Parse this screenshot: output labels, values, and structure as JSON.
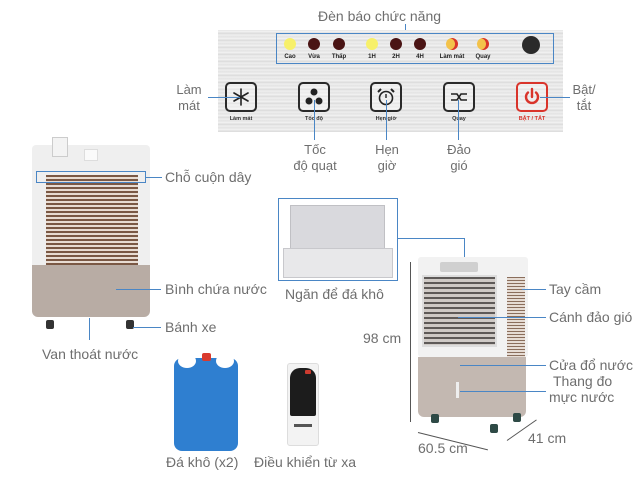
{
  "panel": {
    "indicator_title": "Đèn báo chức năng",
    "indicators": [
      {
        "label": "Cao",
        "color": "#f7f06a"
      },
      {
        "label": "Vừa",
        "color": "#4a1414"
      },
      {
        "label": "Thấp",
        "color": "#4a1414"
      },
      {
        "label": "1H",
        "color": "#f7f06a"
      },
      {
        "label": "2H",
        "color": "#4a1414"
      },
      {
        "label": "4H",
        "color": "#4a1414"
      },
      {
        "label": "Làm mát",
        "color": "#f3c24a"
      },
      {
        "label": "Quay",
        "color": "#f3c24a"
      }
    ],
    "buttons": [
      {
        "icon": "snowflake-icon",
        "label": "Làm mát",
        "callout": "Làm\nmát"
      },
      {
        "icon": "fan-icon",
        "label": "Tốc độ",
        "callout": "Tốc\nđộ quạt"
      },
      {
        "icon": "alarm-clock-icon",
        "label": "Hẹn giờ",
        "callout": "Hẹn\ngiờ"
      },
      {
        "icon": "swing-arrows-icon",
        "label": "Quay",
        "callout": "Đảo\ngió"
      },
      {
        "icon": "power-icon",
        "label": "BẬT / TẮT",
        "callout": "Bật/\ntắt",
        "color": "#d9342b"
      }
    ]
  },
  "callouts": {
    "lam_mat_1": "Làm",
    "lam_mat_2": "mát",
    "toc_do_1": "Tốc",
    "toc_do_2": "độ quạt",
    "hen_gio_1": "Hẹn",
    "hen_gio_2": "giờ",
    "dao_gio_1": "Đảo",
    "dao_gio_2": "gió",
    "bat_tat_1": "Bật/",
    "bat_tat_2": "tắt",
    "cho_cuon_day": "Chỗ cuộn dây",
    "binh_chua_nuoc": "Bình chứa nước",
    "banh_xe": "Bánh xe",
    "van_thoat_nuoc": "Van thoát nước",
    "ngan_de_da_kho": "Ngăn để đá khô",
    "tay_cam": "Tay cầm",
    "canh_dao_gio": "Cánh đảo gió",
    "cua_do_nuoc": "Cửa đổ nước",
    "thang_do_1": "Thang đo",
    "thang_do_2": "mực nước",
    "da_kho": "Đá khô (x2)",
    "dieu_khien": "Điều khiển từ xa"
  },
  "dimensions": {
    "height": "98 cm",
    "width": "60.5 cm",
    "depth": "41 cm"
  },
  "colors": {
    "callout_line": "#4a86c5",
    "label_text": "#6e6e6e",
    "power_red": "#d9342b",
    "ice_blue": "#2f7fd0"
  }
}
